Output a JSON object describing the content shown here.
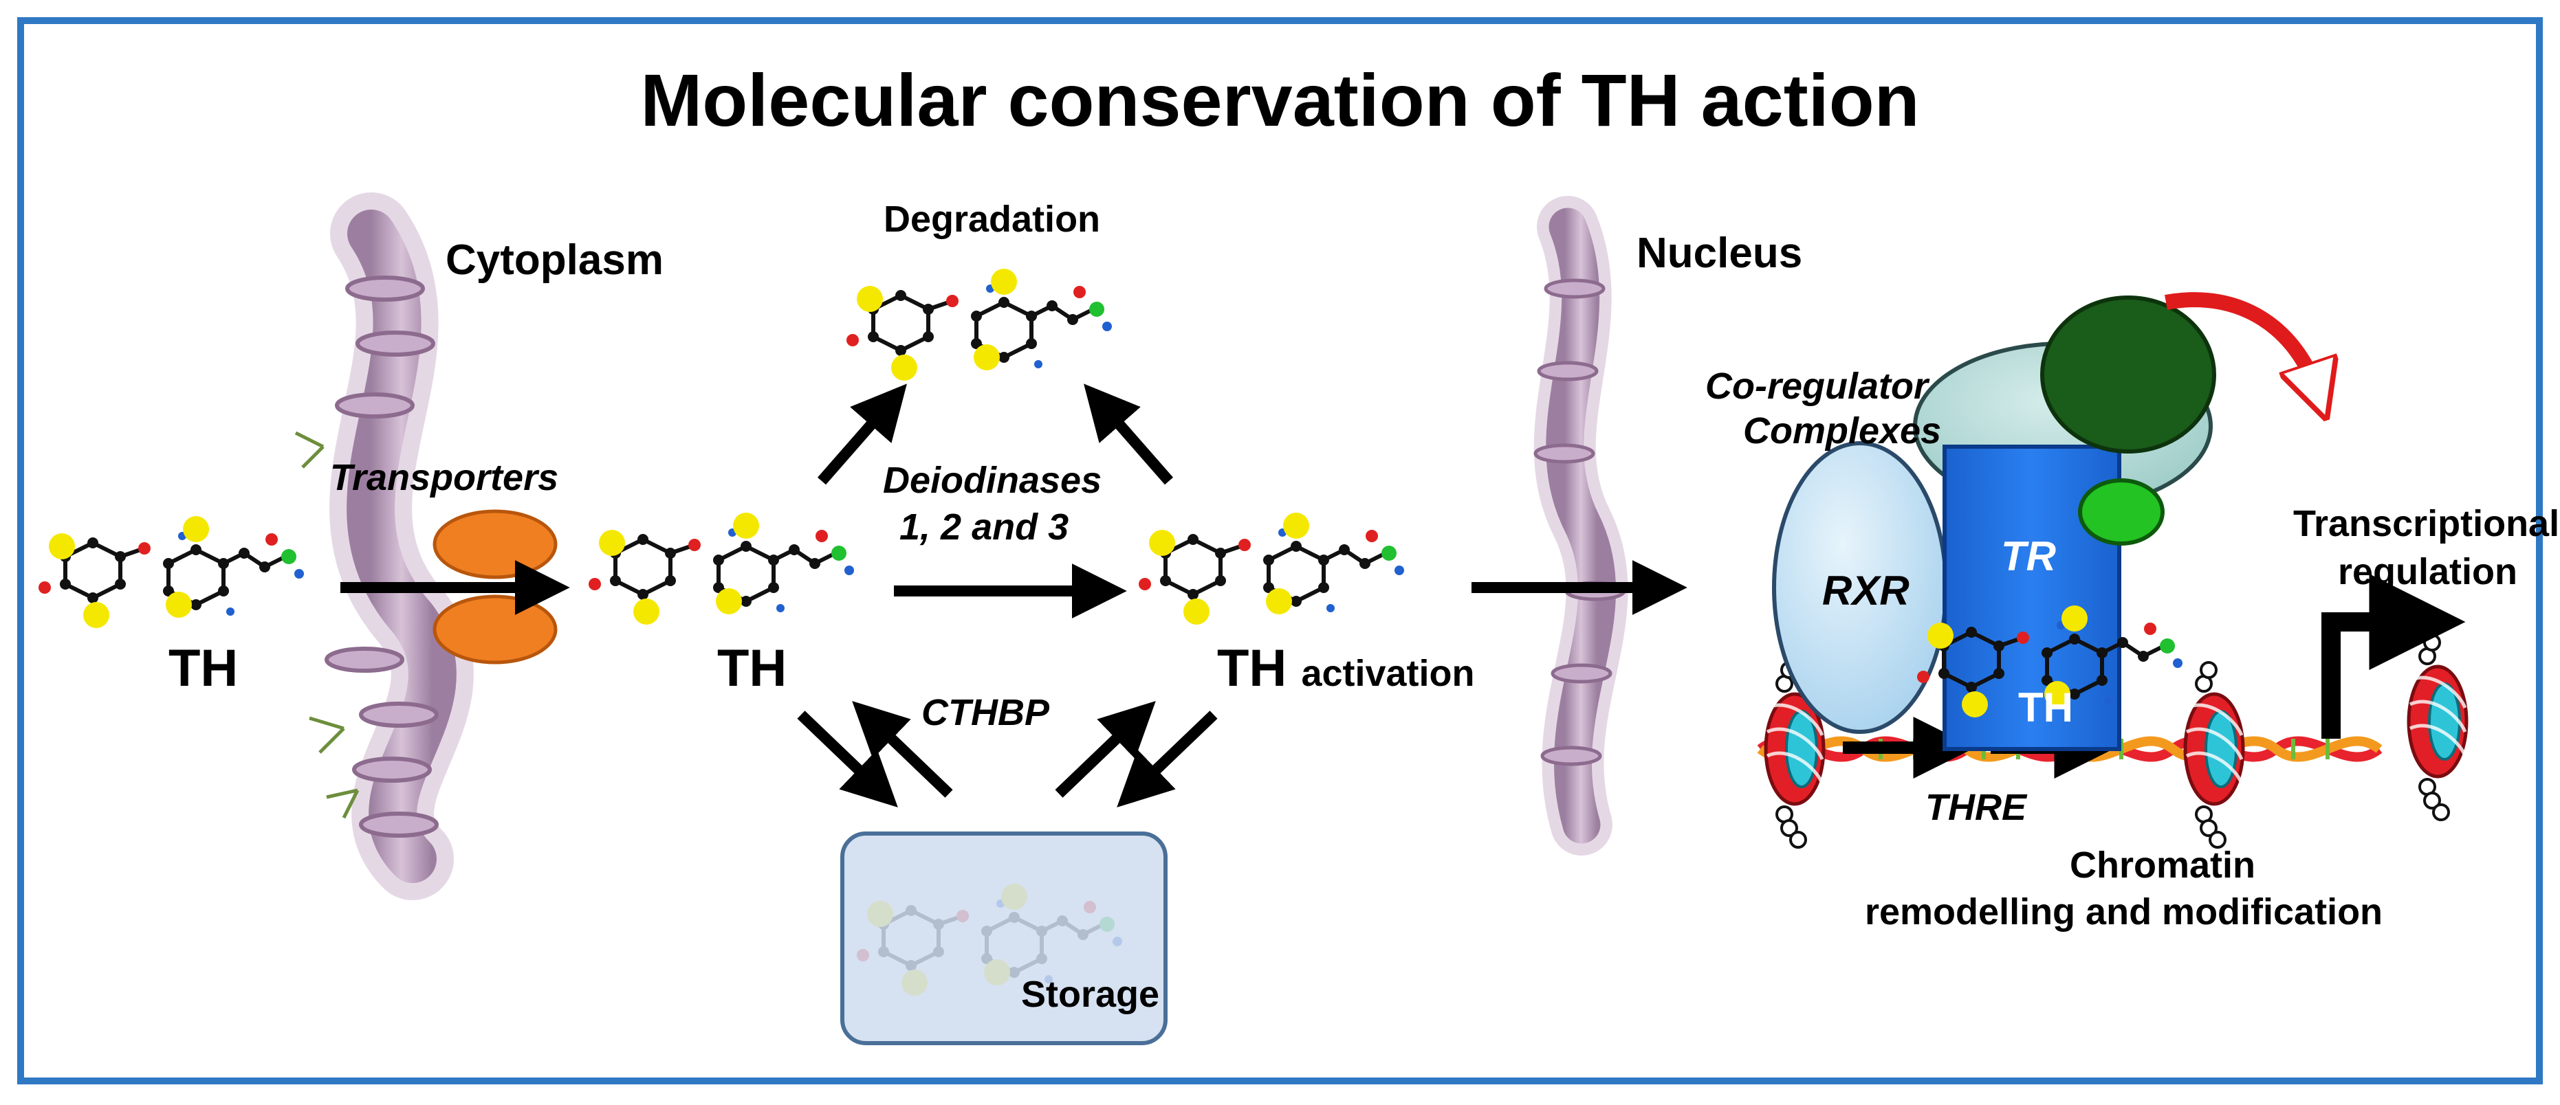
{
  "title": "Molecular conservation of TH action",
  "sections": {
    "cytoplasm": "Cytoplasm",
    "nucleus": "Nucleus"
  },
  "labels": {
    "degradation": "Degradation",
    "transporters": "Transporters",
    "deiodinases_line1": "Deiodinases",
    "deiodinases_line2": "1, 2 and 3",
    "th_outside": "TH",
    "th_cytoplasm": "TH",
    "th_activation_main": "TH",
    "th_activation_sub": "activation",
    "cthbp": "CTHBP",
    "storage": "Storage",
    "coregulator_line1": "Co-regulator",
    "coregulator_line2": "Complexes",
    "rxr": "RXR",
    "tr": "TR",
    "th_bound": "TH",
    "thre": "THRE",
    "transcriptional_line1": "Transcriptional",
    "transcriptional_line2": "regulation",
    "chromatin_line1": "Chromatin",
    "chromatin_line2": "remodelling and modification"
  },
  "colors": {
    "frame": "#2f78c4",
    "transporter": "#f07f22",
    "storage_fill": "#cfdcef",
    "rxr": "#c6e1f3",
    "tr": "#1f6fe0",
    "coregulator_large": "#b7dcd9",
    "coregulator_dark": "#1a5c1a",
    "coregulator_light": "#22c322",
    "curved_arrow": "#e01b1b",
    "iodine": "#f5e800",
    "dna_a": "#e8232e",
    "dna_b": "#f39a1e",
    "nucleosome": "#e21f26",
    "nucleosome_core": "#2ec4d8",
    "membrane": "#b79ab8"
  }
}
